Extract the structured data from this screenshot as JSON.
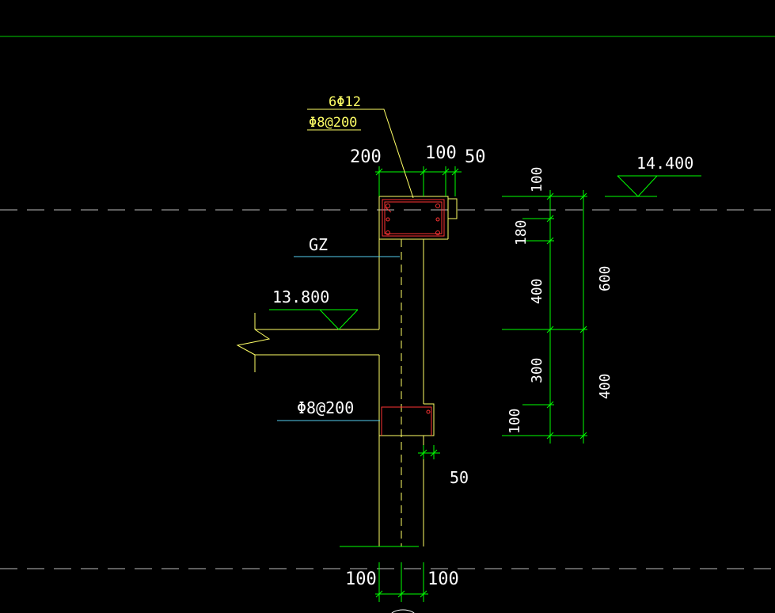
{
  "colors": {
    "background": "#000000",
    "outline": "#ffff66",
    "dimension": "#00ff00",
    "leader": "#55ccee",
    "rebar": "#ff3333",
    "text_white": "#ffffff",
    "text_yellow": "#ffff66",
    "axis_line": "#bbbbbb"
  },
  "beam_top": {
    "rebar_main": "6Φ12",
    "stirrup": "Φ8@200"
  },
  "labels": {
    "gz": "GZ",
    "bottom_stirrup": "Φ8@200",
    "dim_200_top": "200",
    "dim_100_top": "100",
    "dim_50_top": "50",
    "dim_50_bottom": "50",
    "dim_100_bottom_left": "100",
    "dim_100_bottom_right": "100"
  },
  "elevations": {
    "top": "14.400",
    "slab": "13.800"
  },
  "vertical_dims": {
    "inner": [
      "100",
      "180",
      "400",
      "300",
      "100"
    ],
    "outer": [
      "600",
      "400"
    ]
  }
}
